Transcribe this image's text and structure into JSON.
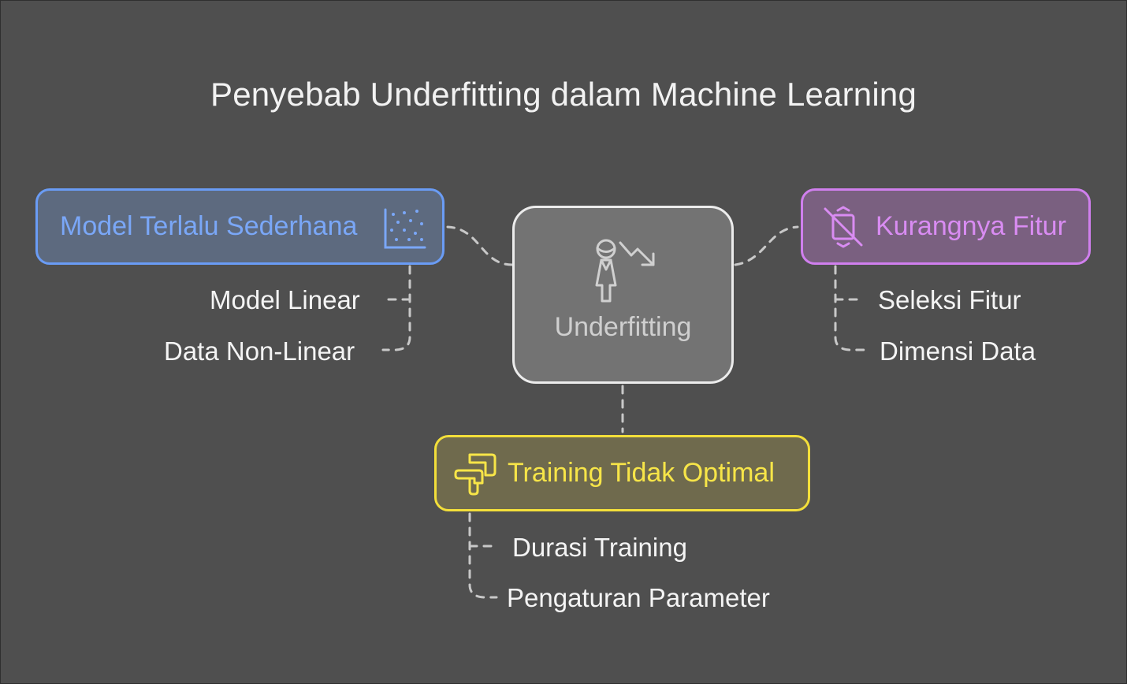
{
  "title": "Penyebab Underfitting dalam Machine Learning",
  "center": {
    "label": "Underfitting",
    "icon": "underfitting-person-icon"
  },
  "branches": {
    "left": {
      "label": "Model Terlalu Sederhana",
      "icon": "scatter-plot-icon",
      "color": "#6a9cf5",
      "items": [
        "Model Linear",
        "Data Non-Linear"
      ]
    },
    "right": {
      "label": "Kurangnya Fitur",
      "icon": "no-rotate-icon",
      "color": "#d07fee",
      "items": [
        "Seleksi Fitur",
        "Dimensi Data"
      ]
    },
    "bottom": {
      "label": "Training Tidak Optimal",
      "icon": "stacked-pipes-icon",
      "color": "#f3df3a",
      "items": [
        "Durasi Training",
        "Pengaturan Parameter"
      ]
    }
  },
  "colors": {
    "background": "#4f4f4f",
    "connector": "#c8c8c8",
    "center_border": "#ececec"
  }
}
